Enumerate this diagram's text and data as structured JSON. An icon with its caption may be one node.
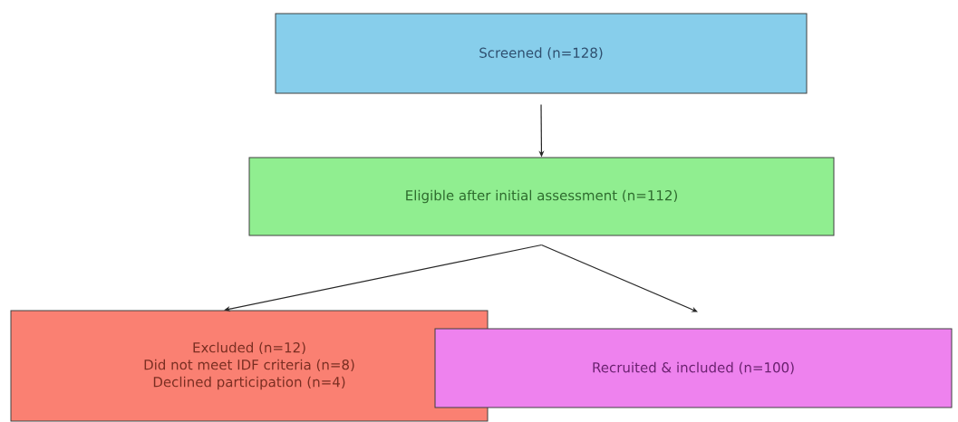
{
  "diagram": {
    "nodes": [
      {
        "text": [
          "Screened (n=128)"
        ]
      },
      {
        "text": [
          "Eligible after initial assessment (n=112)"
        ]
      },
      {
        "text": [
          "Excluded (n=12)",
          "Did not meet IDF criteria (n=8)",
          "Declined participation (n=4)"
        ]
      },
      {
        "text": [
          "Recruited & included (n=100)"
        ]
      }
    ],
    "edges": [
      {
        "from": 0,
        "to": 1,
        "arrow": "to"
      },
      {
        "from": 1,
        "to": 2,
        "arrow": "to"
      },
      {
        "from": 1,
        "to": 3,
        "arrow": "to"
      }
    ]
  }
}
